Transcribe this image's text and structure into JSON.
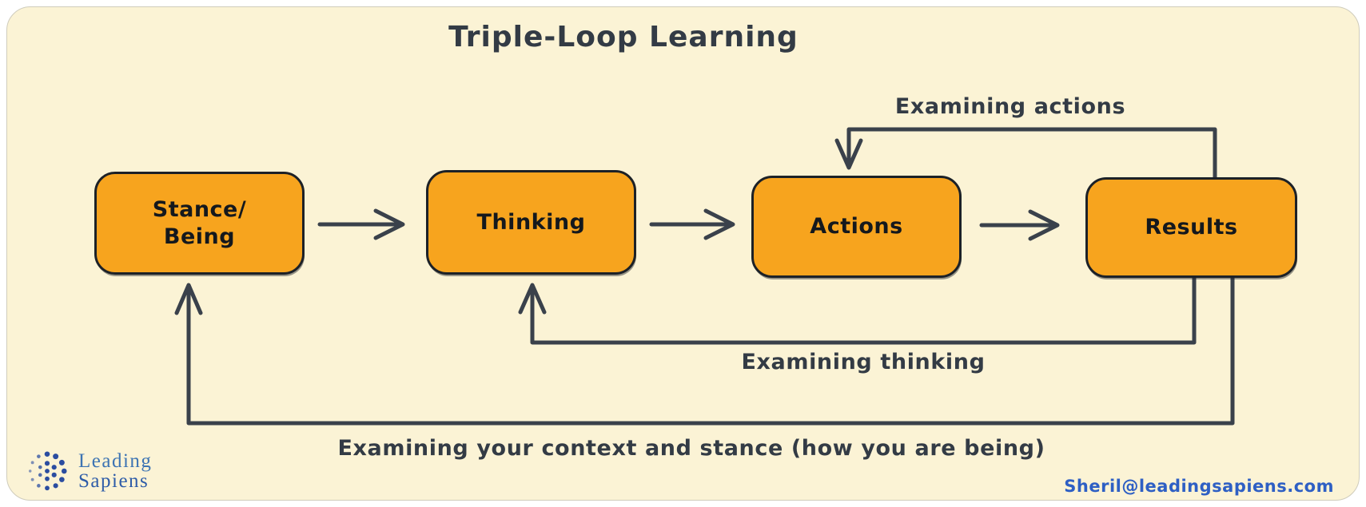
{
  "title": "Triple-Loop Learning",
  "nodes": [
    {
      "label": "Stance/\nBeing"
    },
    {
      "label": "Thinking"
    },
    {
      "label": "Actions"
    },
    {
      "label": "Results"
    }
  ],
  "loop_labels": {
    "actions": "Examining actions",
    "thinking": "Examining thinking",
    "context": "Examining your context and stance (how you are being)"
  },
  "branding": {
    "logo_line1": "Leading",
    "logo_line2": "Sapiens",
    "email": "Sheril@leadingsapiens.com"
  },
  "colors": {
    "canvas": "#FBF3D5",
    "node_fill": "#F7A41E",
    "node_border": "#1C2127",
    "line": "#3A414B",
    "ink": "#333B45",
    "logo_blue": "#3D74B3",
    "logo_blue_dark": "#2E5CA8",
    "email_blue": "#2E5FC4"
  }
}
